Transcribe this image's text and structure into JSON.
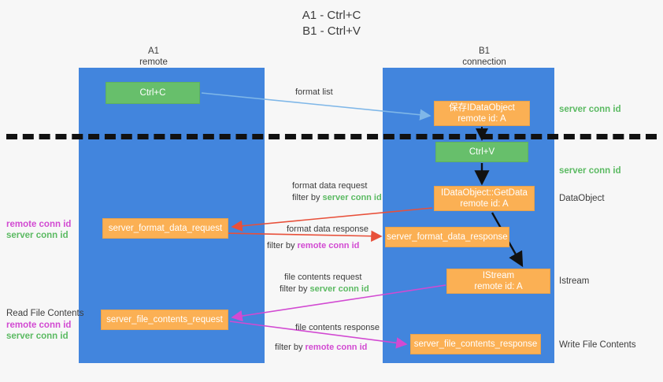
{
  "title": {
    "line1": "A1 - Ctrl+C",
    "line2": "B1 - Ctrl+V"
  },
  "lanes": [
    {
      "id": "a1",
      "name": "A1",
      "role": "remote"
    },
    {
      "id": "b1",
      "name": "B1",
      "role": "connection"
    }
  ],
  "nodes": {
    "ctrl_c": {
      "line1": "Ctrl+C",
      "line2": "",
      "color": "#67bf6b"
    },
    "save_dataobject": {
      "line1": "保存IDataObject",
      "line2": "remote id: A",
      "color": "#fbb054"
    },
    "ctrl_v": {
      "line1": "Ctrl+V",
      "line2": "",
      "color": "#67bf6b"
    },
    "getdata": {
      "line1": "IDataObject::GetData",
      "line2": "remote id: A",
      "color": "#fbb054"
    },
    "server_format_data_request": {
      "line1": "server_format_data_request",
      "line2": "",
      "color": "#fbb054"
    },
    "server_format_data_response": {
      "line1": "server_format_data_response",
      "line2": "",
      "color": "#fbb054"
    },
    "istream": {
      "line1": "IStream",
      "line2": "remote id: A",
      "color": "#fbb054"
    },
    "server_file_contents_request": {
      "line1": "server_file_contents_request",
      "line2": "",
      "color": "#fbb054"
    },
    "server_file_contents_response": {
      "line1": "server_file_contents_response",
      "line2": "",
      "color": "#fbb054"
    }
  },
  "edges": {
    "format_list": {
      "label": "format list"
    },
    "format_data_request": {
      "label": "format data request",
      "filter_prefix": "filter by ",
      "filter_value": "server conn id"
    },
    "format_data_response": {
      "label": "format data response",
      "filter_prefix": "filter by ",
      "filter_value": "remote conn id"
    },
    "file_contents_request": {
      "label": "file contents request",
      "filter_prefix": "filter by ",
      "filter_value": "server conn id"
    },
    "file_contents_response": {
      "label": "file contents response",
      "filter_prefix": "filter by ",
      "filter_value": "remote conn id"
    }
  },
  "annotations": {
    "right": {
      "server_conn_id_top": "server conn id",
      "server_conn_id_mid": "server conn id",
      "dataobject": "DataObject",
      "istream": "Istream",
      "write_file_contents": "Write File Contents"
    },
    "left": {
      "remote_conn_id_1": "remote conn id",
      "server_conn_id_1": "server conn id",
      "read_file_contents": "Read File Contents",
      "remote_conn_id_2": "remote conn id",
      "server_conn_id_2": "server conn id"
    }
  },
  "colors": {
    "lane": "#4285dd",
    "green_box": "#67bf6b",
    "orange_box": "#fbb054",
    "green_text": "#5bba62",
    "magenta_text": "#d24ad2",
    "arrow_blue": "#7fb7e8",
    "arrow_red": "#e8503a",
    "arrow_magenta": "#d24ad2",
    "arrow_dark": "#111111",
    "background": "#f7f7f7"
  }
}
